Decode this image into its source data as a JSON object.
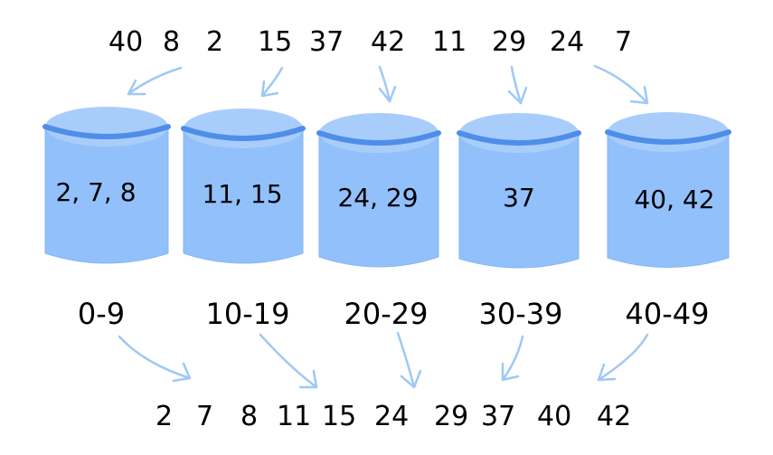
{
  "input_numbers": [
    "40",
    "8",
    "2",
    "15",
    "37",
    "42",
    "11",
    "29",
    "24",
    "7"
  ],
  "buckets": [
    {
      "contents": "2, 7, 8",
      "range": "0-9"
    },
    {
      "contents": "11, 15",
      "range": "10-19"
    },
    {
      "contents": "24, 29",
      "range": "20-29"
    },
    {
      "contents": "37",
      "range": "30-39"
    },
    {
      "contents": "40, 42",
      "range": "40-49"
    }
  ],
  "output_numbers": [
    "2",
    "7",
    "8",
    "11",
    "15",
    "24",
    "29",
    "37",
    "40",
    "42"
  ],
  "colors": {
    "bucket_body": "#92c0fb",
    "bucket_top": "#a9cdfb",
    "bucket_rim": "#4f8ee8",
    "arrow": "#9ec9f5"
  }
}
